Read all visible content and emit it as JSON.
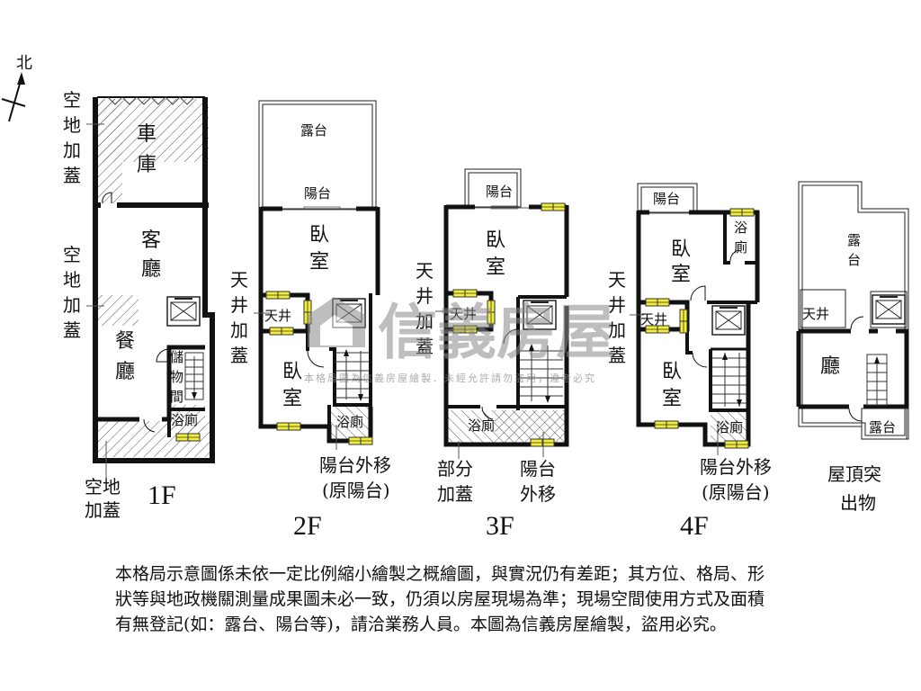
{
  "compass": {
    "label": "北",
    "icon": "north-arrow-icon"
  },
  "watermark": {
    "brand": "信義房屋",
    "notice": "本格局圖為信義房屋繪製．未經允許請勿盜用，違者必究"
  },
  "floors": [
    {
      "id": "1F",
      "label": "1F",
      "rooms": [
        "車庫",
        "客廳",
        "餐廳",
        "儲物間",
        "浴廁"
      ],
      "room_labels": {
        "garage_1": "車",
        "garage_2": "庫",
        "living_1": "客",
        "living_2": "廳",
        "dining_1": "餐",
        "dining_2": "廳",
        "storage_1": "儲",
        "storage_2": "物",
        "storage_3": "間",
        "bath": "浴廁"
      },
      "annotations": [
        {
          "text_lines": [
            "空",
            "地",
            "加",
            "蓋"
          ]
        },
        {
          "text_lines": [
            "空",
            "地",
            "加",
            "蓋"
          ]
        },
        {
          "text_lines": [
            "空地",
            "加蓋"
          ]
        }
      ]
    },
    {
      "id": "2F",
      "label": "2F",
      "rooms": [
        "露台",
        "陽台",
        "臥室",
        "天井",
        "臥室",
        "浴廁"
      ],
      "room_labels": {
        "terrace": "露台",
        "balcony": "陽台",
        "bed1_1": "臥",
        "bed1_2": "室",
        "skylight": "天井",
        "bed2_1": "臥",
        "bed2_2": "室",
        "bath": "浴廁"
      },
      "annotations": [
        {
          "text_lines": [
            "天",
            "井",
            "加",
            "蓋"
          ]
        },
        {
          "text_lines": [
            "陽台外移",
            "(原陽台)"
          ]
        }
      ]
    },
    {
      "id": "3F",
      "label": "3F",
      "rooms": [
        "陽台",
        "臥室",
        "天井",
        "浴廁"
      ],
      "room_labels": {
        "balcony": "陽台",
        "bed_1": "臥",
        "bed_2": "室",
        "skylight": "天井",
        "bath": "浴廁"
      },
      "annotations": [
        {
          "text_lines": [
            "天",
            "井",
            "加",
            "蓋"
          ]
        },
        {
          "text_lines": [
            "部分",
            "加蓋"
          ]
        },
        {
          "text_lines": [
            "陽台",
            "外移"
          ]
        }
      ]
    },
    {
      "id": "4F",
      "label": "4F",
      "rooms": [
        "陽台",
        "臥室",
        "浴廁",
        "天井",
        "臥室",
        "浴廁"
      ],
      "room_labels": {
        "balcony": "陽台",
        "bed1_1": "臥",
        "bed1_2": "室",
        "bath1_1": "浴",
        "bath1_2": "廁",
        "skylight": "天井",
        "bed2_1": "臥",
        "bed2_2": "室",
        "bath2": "浴廁"
      },
      "annotations": [
        {
          "text_lines": [
            "天",
            "井",
            "加",
            "蓋"
          ]
        },
        {
          "text_lines": [
            "陽台外移",
            "(原陽台)"
          ]
        }
      ]
    },
    {
      "id": "RF",
      "label_lines": [
        "屋頂突",
        "出物"
      ],
      "rooms": [
        "露台",
        "天井",
        "廳",
        "露台"
      ],
      "room_labels": {
        "terrace_top_1": "露",
        "terrace_top_2": "台",
        "skylight": "天井",
        "hall": "廳",
        "terrace_bottom": "露台"
      }
    }
  ],
  "disclaimer": {
    "lines": [
      "本格局示意圖係未依一定比例縮小繪製之概繪圖，與實況仍有差距；其方位、格局、形",
      "狀等與地政機關測量成果圖未必一致，仍須以房屋現場為準；現場空間使用方式及面積",
      "有無登記(如：露台、陽台等)，請洽業務人員。本圖為信義房屋繪製，盜用必究。"
    ]
  },
  "colors": {
    "wall": "#111111",
    "window": "#f2ee3a",
    "hatch": "#555555",
    "watermark": "#8a8a8a"
  }
}
